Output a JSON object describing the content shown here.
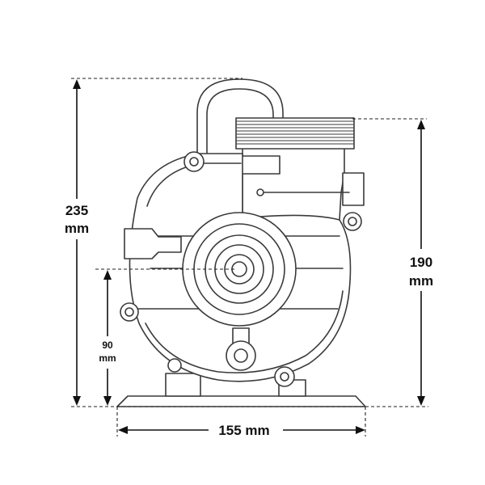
{
  "dimensions": {
    "overall_height": {
      "value": "235",
      "unit": "mm"
    },
    "port_height": {
      "value": "190",
      "unit": "mm"
    },
    "shaft_height": {
      "value": "90",
      "unit": "mm"
    },
    "base_width": {
      "label": "155 mm"
    }
  },
  "colors": {
    "outline": "#3a3a3a",
    "dimension": "#111111",
    "background": "#ffffff"
  }
}
